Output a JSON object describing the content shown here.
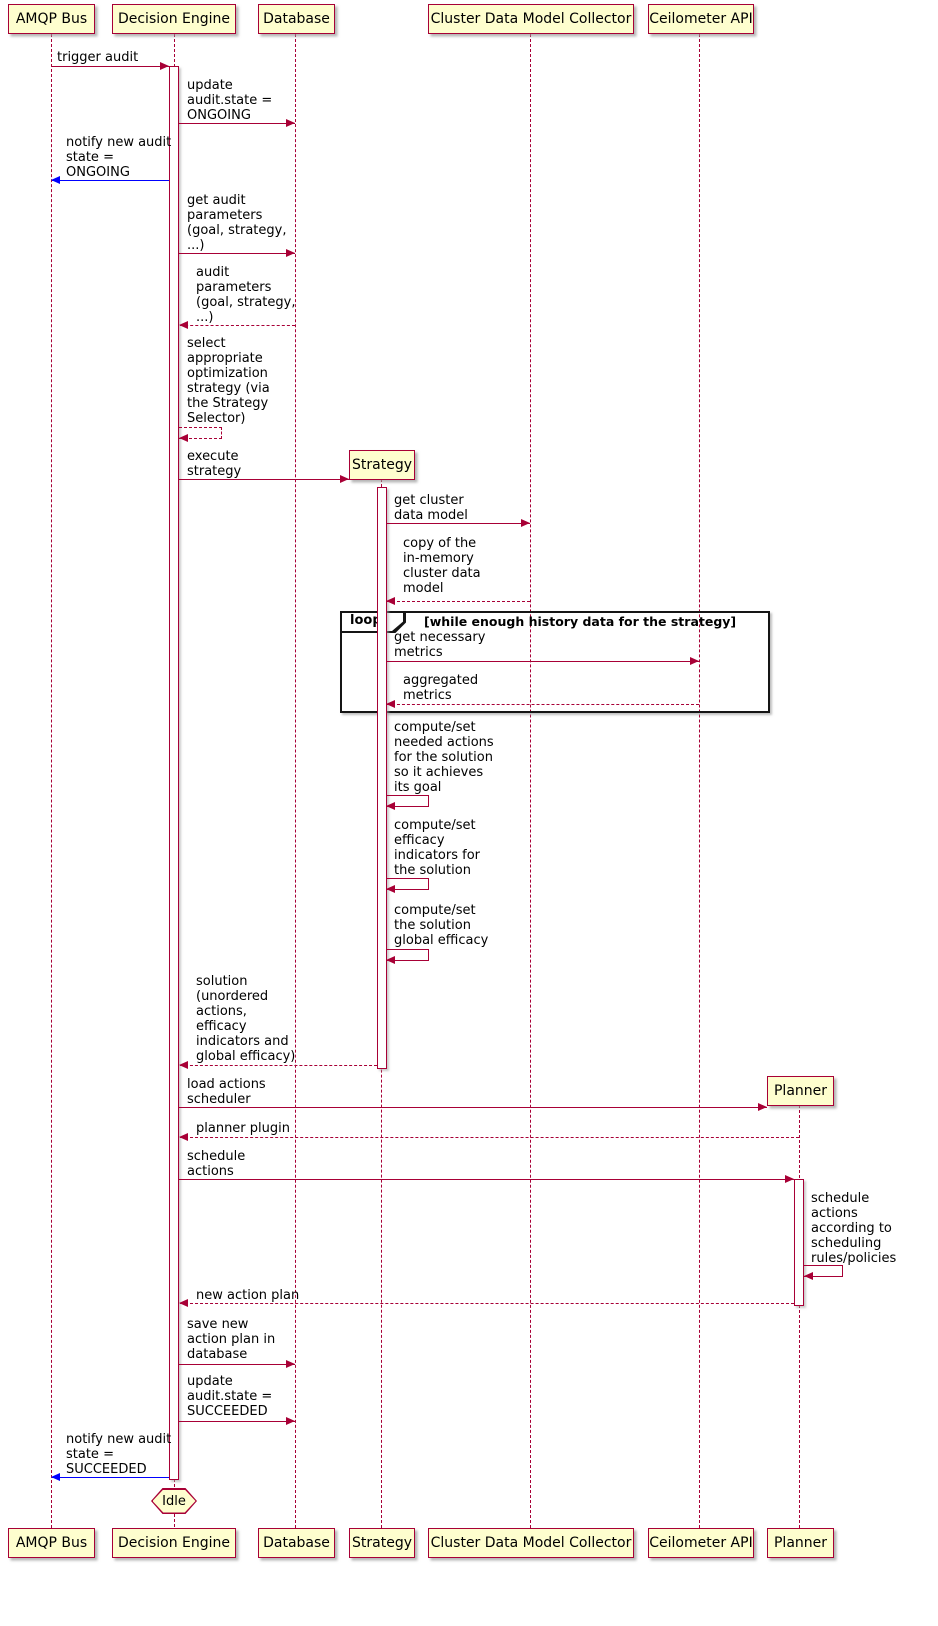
{
  "colors": {
    "arrow": "#A80036",
    "notify": "#0000FF",
    "participant_fill": "#FEFECE",
    "frame_border": "#151515"
  },
  "participants": {
    "amqp": "AMQP Bus",
    "decision": "Decision Engine",
    "database": "Database",
    "strategy": "Strategy",
    "cdmc": "Cluster Data Model Collector",
    "ceilometer": "Ceilometer API",
    "planner": "Planner"
  },
  "messages": {
    "trigger_audit": "trigger audit",
    "update_ongoing": "update\naudit.state =\nONGOING",
    "notify_ongoing": "notify new audit\nstate =\nONGOING",
    "get_audit_params": "get audit\nparameters\n(goal, strategy,\n...)",
    "audit_params_return": "audit\nparameters\n(goal, strategy,\n...)",
    "select_strategy": "select\nappropriate\noptimization\nstrategy (via\nthe Strategy\nSelector)",
    "execute_strategy": "execute\nstrategy",
    "get_cluster_model": "get cluster\ndata model",
    "copy_model": "copy of the\nin-memory\ncluster data\nmodel",
    "get_metrics": "get necessary\nmetrics",
    "aggregated_metrics": "aggregated\nmetrics",
    "compute_actions": "compute/set\nneeded actions\nfor the solution\nso it achieves\nits goal",
    "compute_efficacy": "compute/set\nefficacy\nindicators for\nthe solution",
    "compute_global": "compute/set\nthe solution\nglobal efficacy",
    "solution_return": "solution\n(unordered\nactions,\nefficacy\nindicators and\nglobal efficacy)",
    "load_scheduler": "load actions\nscheduler",
    "planner_plugin": "planner plugin",
    "schedule_actions": "schedule\nactions",
    "schedule_self": "schedule\nactions\naccording to\nscheduling\nrules/policies",
    "new_action_plan": "new action plan",
    "save_plan": "save new\naction plan in\ndatabase",
    "update_succeeded": "update\naudit.state =\nSUCCEEDED",
    "notify_succeeded": "notify new audit\nstate =\nSUCCEEDED"
  },
  "loop": {
    "label": "loop",
    "condition": "[while enough history data for the strategy]"
  },
  "end_state": "Idle"
}
